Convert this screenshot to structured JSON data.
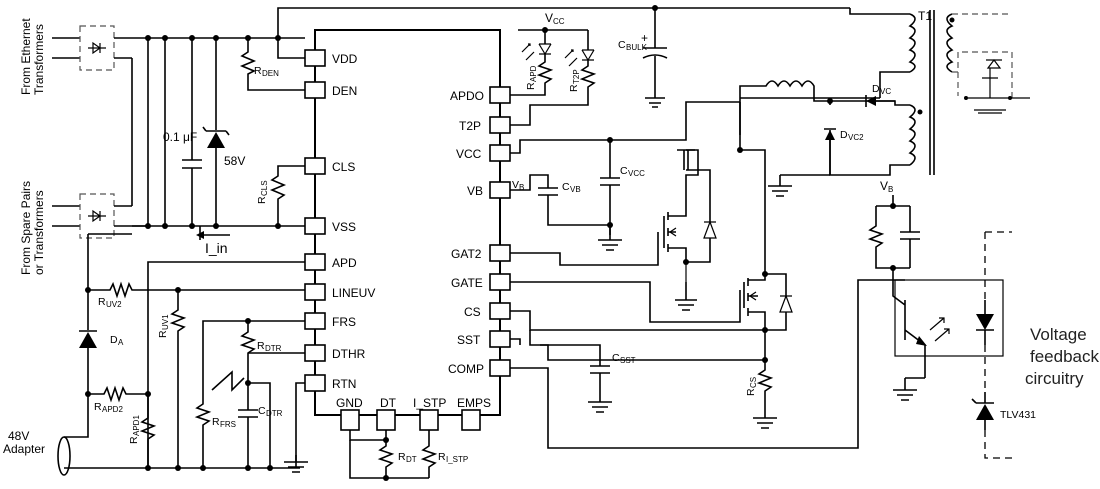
{
  "inputs": {
    "ethernet": [
      "From Ethernet",
      "Transformers"
    ],
    "spare": [
      "From Spare Pairs",
      "or Transformers"
    ],
    "adapter": [
      "48V",
      "Adapter"
    ]
  },
  "ic": {
    "left_pins": [
      "VDD",
      "DEN",
      "CLS",
      "VSS",
      "APD",
      "LINEUV",
      "FRS",
      "DTHR",
      "RTN"
    ],
    "right_pins": [
      "APDO",
      "T2P",
      "VCC",
      "VB",
      "GAT2",
      "GATE",
      "CS",
      "SST",
      "COMP"
    ],
    "bottom_pins": [
      "GND",
      "DT",
      "I_STP",
      "EMPS"
    ]
  },
  "labels": {
    "cap_01uf": "0.1 μF",
    "zener_58v": "58V",
    "i_in": "I_in",
    "vcc": "V",
    "vcc_sub": "CC",
    "vb": "V",
    "vb_sub": "B",
    "t1": "T1",
    "tlv431": "TLV431",
    "feedback": [
      "Voltage",
      "feedback",
      "circuitry"
    ]
  },
  "components": {
    "r_den": [
      "R",
      "DEN"
    ],
    "r_cls": [
      "R",
      "CLS"
    ],
    "r_uv2": [
      "R",
      "UV2"
    ],
    "r_uv1": [
      "R",
      "UV1"
    ],
    "d_a": [
      "D",
      "A"
    ],
    "r_apd2": [
      "R",
      "APD2"
    ],
    "r_apd1": [
      "R",
      "APD1"
    ],
    "r_dtr": [
      "R",
      "DTR"
    ],
    "c_dtr": [
      "C",
      "DTR"
    ],
    "r_frs": [
      "R",
      "FRS"
    ],
    "r_dt": [
      "R",
      "DT"
    ],
    "r_istp": [
      "R",
      "I_STP"
    ],
    "r_apd": [
      "R",
      "APD"
    ],
    "r_t2p": [
      "R",
      "T2P"
    ],
    "c_bulk": [
      "C",
      "BULK"
    ],
    "c_vcc": [
      "C",
      "VCC"
    ],
    "c_vb": [
      "C",
      "VB"
    ],
    "vb_node": [
      "V",
      "B"
    ],
    "c_sst": [
      "C",
      "SST"
    ],
    "r_cs": [
      "R",
      "CS"
    ],
    "d_vc": [
      "D",
      "VC"
    ],
    "d_vc2": [
      "D",
      "VC2"
    ]
  }
}
